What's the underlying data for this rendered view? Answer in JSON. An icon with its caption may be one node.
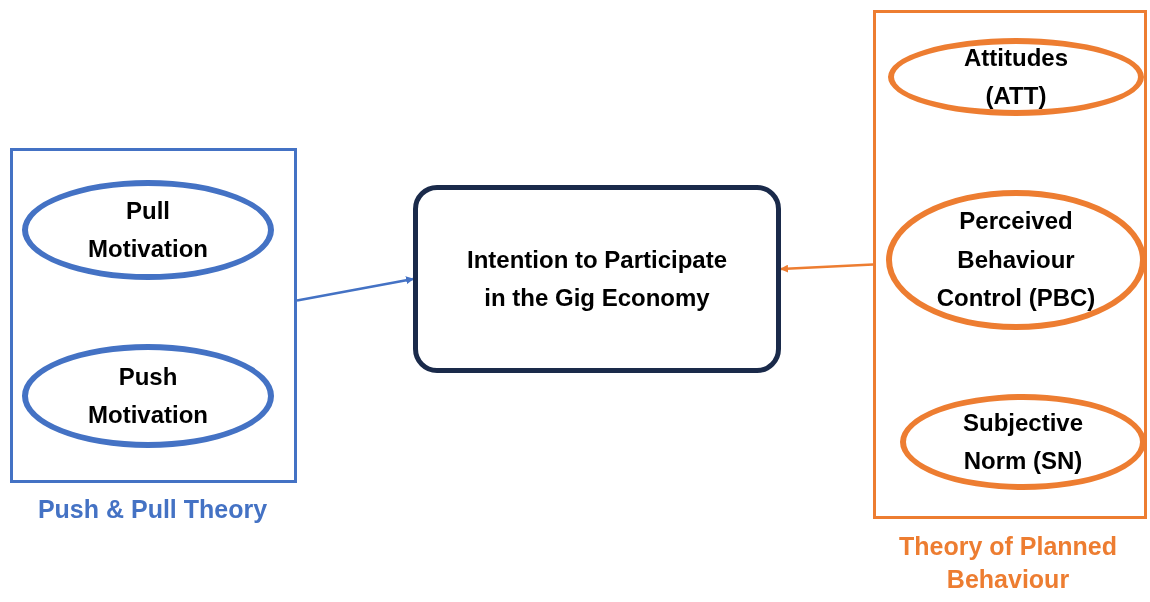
{
  "diagram": {
    "nodes": [
      {
        "text": [
          "Push & Pull Theory"
        ]
      },
      {
        "text": [
          "Pull Motivation"
        ],
        "in": 0
      },
      {
        "text": [
          "Push Motivation"
        ],
        "in": 0
      },
      {
        "text": [
          "Intention to Participate in the Gig Economy"
        ]
      },
      {
        "text": [
          "Theory of Planned Behaviour"
        ]
      },
      {
        "text": [
          "Attitudes (ATT)"
        ],
        "in": 4
      },
      {
        "text": [
          "Perceived Behaviour Control (PBC)"
        ],
        "in": 4
      },
      {
        "text": [
          "Subjective Norm (SN)"
        ],
        "in": 4
      }
    ],
    "edges": [
      {
        "from": 0,
        "to": 3,
        "arrow": "to",
        "color": "#4472c4"
      },
      {
        "from": 4,
        "to": 3,
        "arrow": "to",
        "color": "#ed7d31"
      }
    ]
  }
}
